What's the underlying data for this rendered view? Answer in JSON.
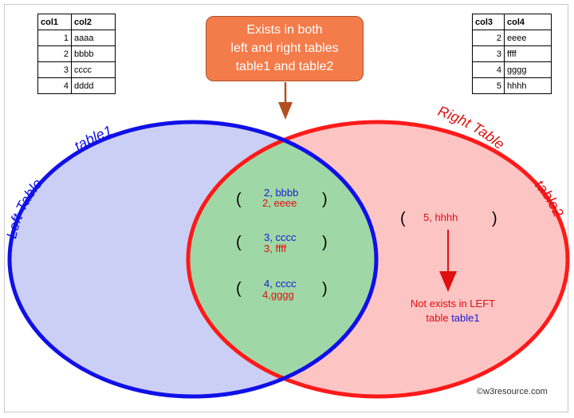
{
  "left_table": {
    "headers": [
      "col1",
      "col2"
    ],
    "rows": [
      [
        "1",
        "aaaa"
      ],
      [
        "2",
        "bbbb"
      ],
      [
        "3",
        "cccc"
      ],
      [
        "4",
        "dddd"
      ]
    ]
  },
  "right_table": {
    "headers": [
      "col3",
      "col4"
    ],
    "rows": [
      [
        "2",
        "eeee"
      ],
      [
        "3",
        "ffff"
      ],
      [
        "4",
        "gggg"
      ],
      [
        "5",
        "hhhh"
      ]
    ]
  },
  "callout": {
    "lines": [
      "Exists in both",
      "left and right tables",
      "table1 and table2"
    ]
  },
  "labels": {
    "left_table": "Left Table",
    "table1": "table1",
    "right_table": "Right Table",
    "table2": "table2"
  },
  "intersection_pairs": [
    {
      "left": "2, bbbb",
      "right": "2,  eeee"
    },
    {
      "left": "3, cccc",
      "right": "3, ffff"
    },
    {
      "left": "4, cccc",
      "right": "4,gggg"
    }
  ],
  "right_only": {
    "value": "5, hhhh",
    "note_line1": "Not exists in LEFT",
    "note_line2_prefix": "table ",
    "note_line2_highlight": "table1"
  },
  "brackets": {
    "open": "(",
    "close": ")"
  },
  "copyright": "©w3resource.com",
  "colors": {
    "left_fill": "#cccff5",
    "right_fill": "#fdc4c4",
    "overlap_fill": "#9fd8a6",
    "left_stroke": "#1010e8",
    "right_stroke": "#ff1a1a",
    "callout_fill": "#f47c4a",
    "arrow_brown": "#b3501f",
    "arrow_red": "#e01010",
    "blue_text": "#1a1ad0",
    "red_text": "#e01010"
  }
}
